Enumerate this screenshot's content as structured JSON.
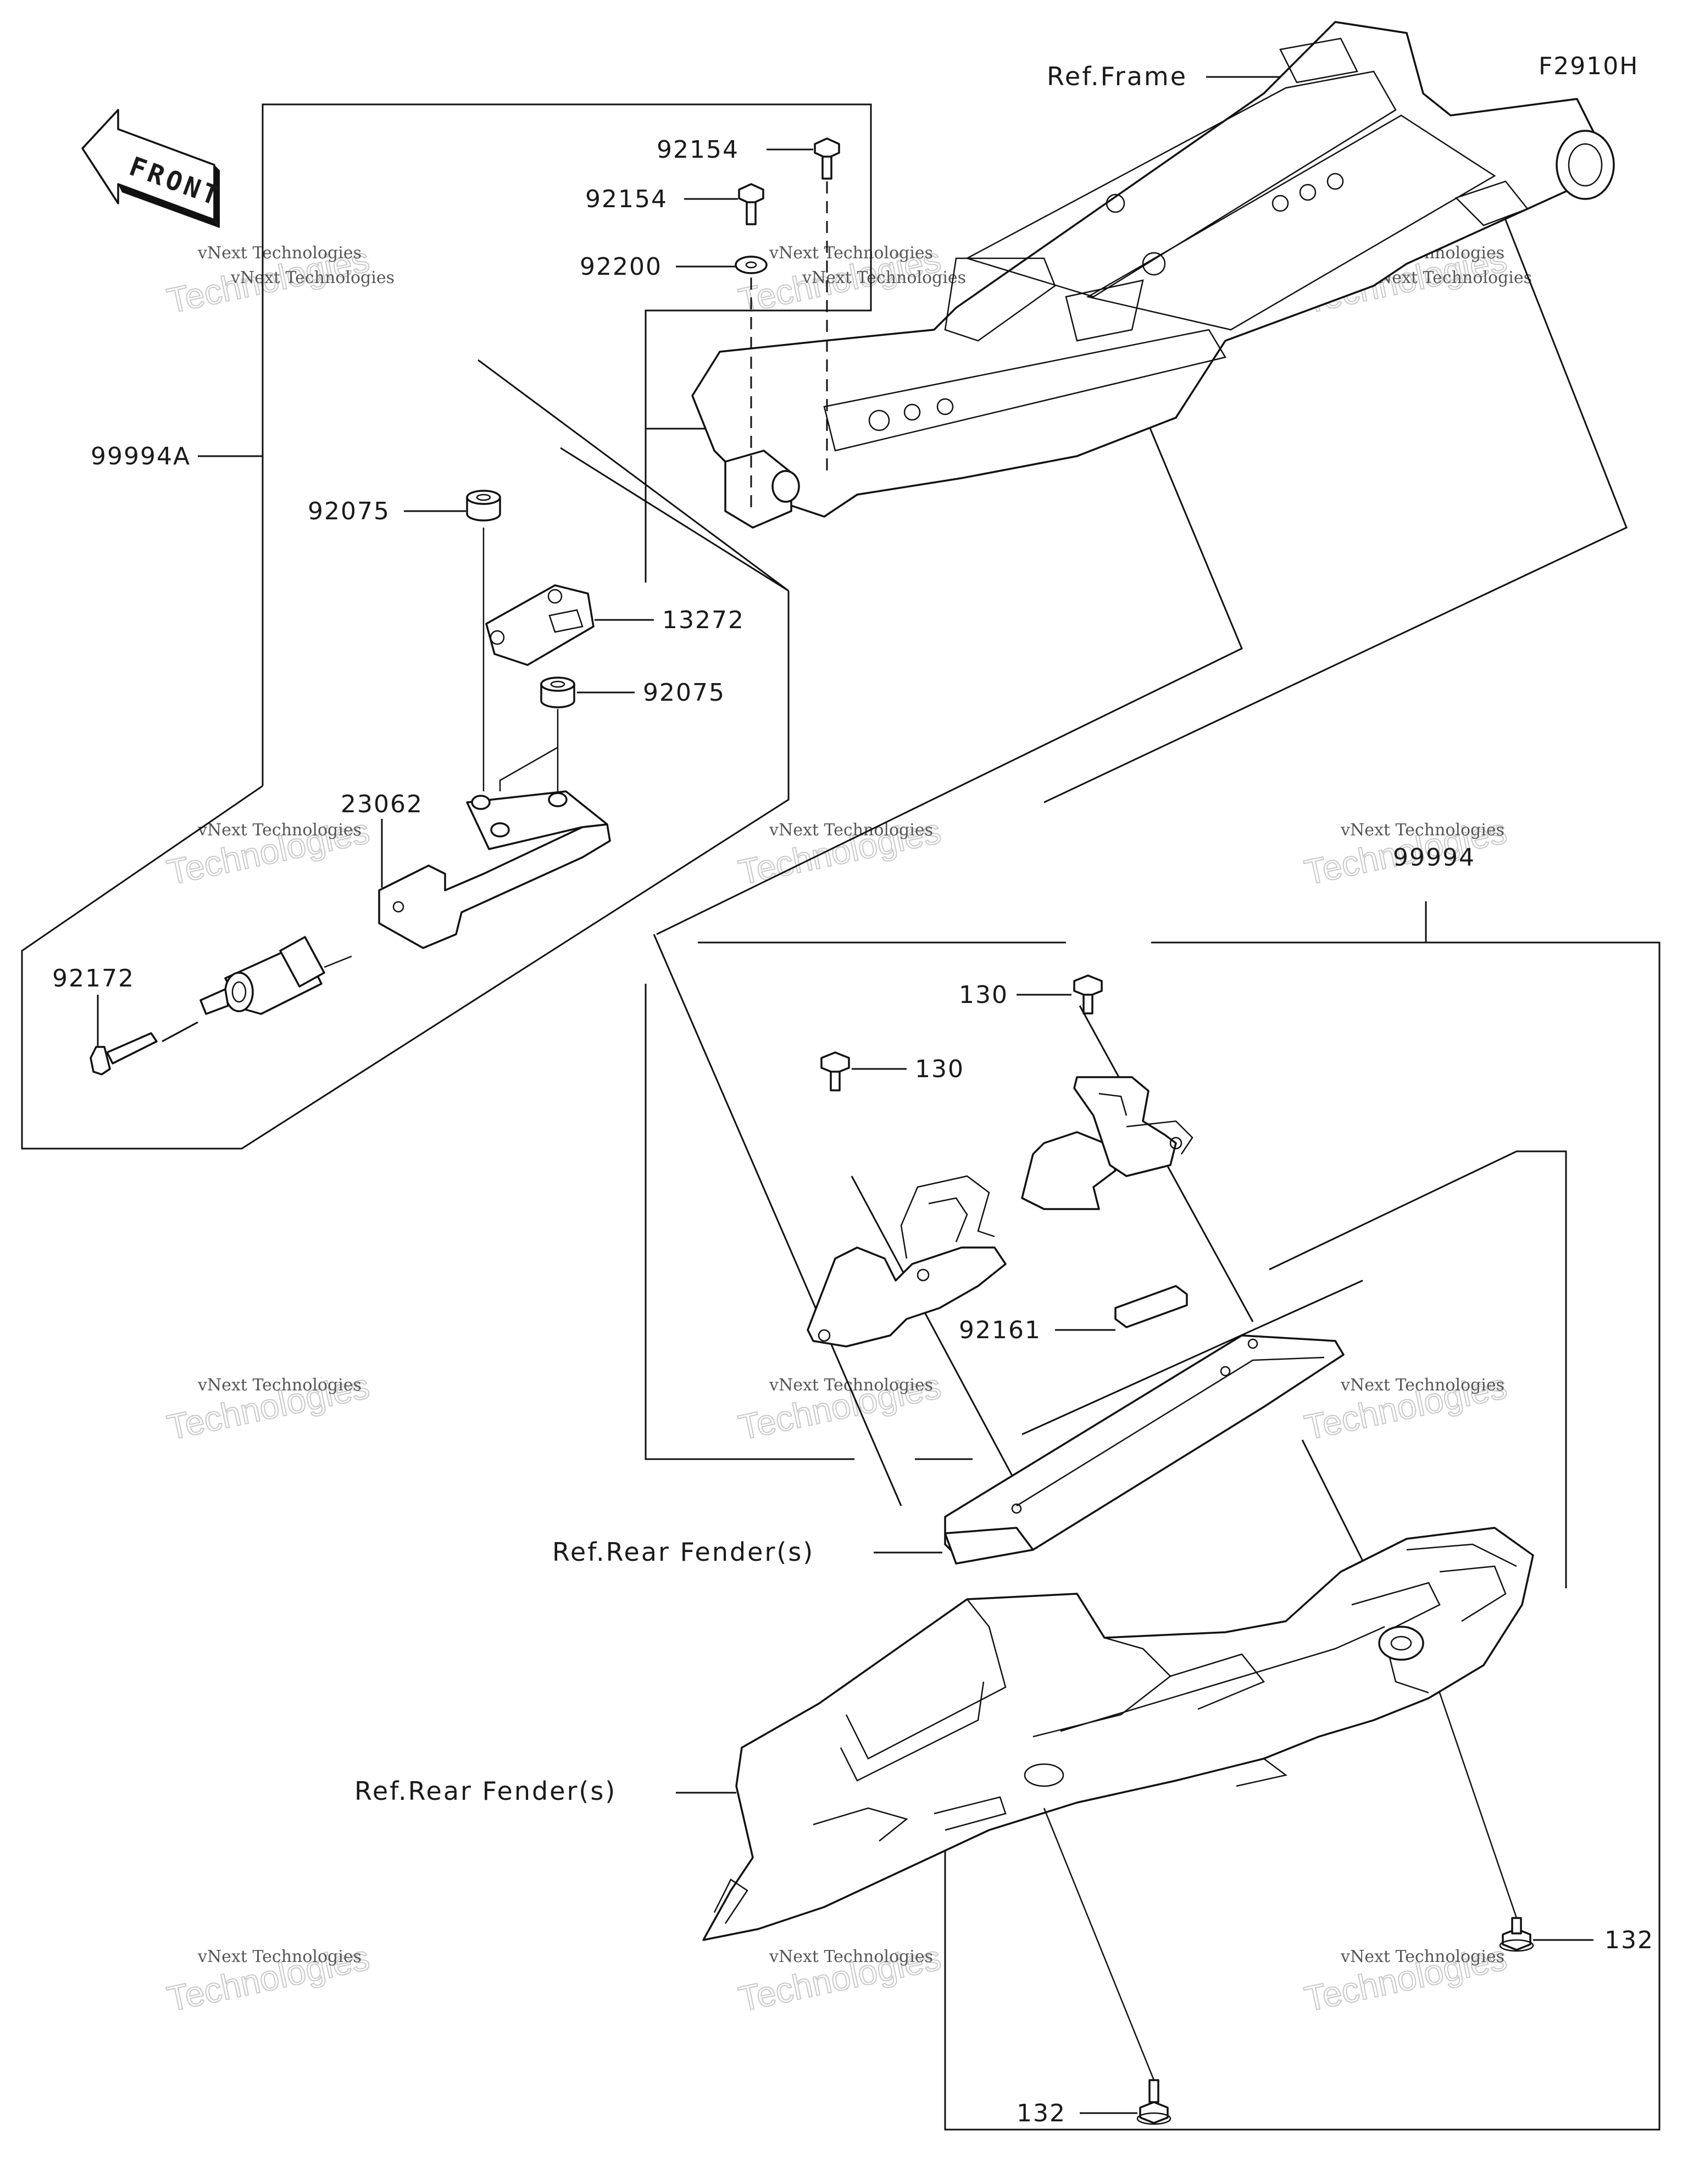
{
  "diagram_code": "F2910H",
  "front_label": "FRONT",
  "refs": {
    "frame": "Ref.Frame",
    "rear_fender_upper": "Ref.Rear Fender(s)",
    "rear_fender_lower": "Ref.Rear Fender(s)"
  },
  "parts": {
    "p92154_a": "92154",
    "p92154_b": "92154",
    "p92200": "92200",
    "p99994A": "99994A",
    "p92075_a": "92075",
    "p13272": "13272",
    "p92075_b": "92075",
    "p23062": "23062",
    "p92172": "92172",
    "p99994": "99994",
    "p130_a": "130",
    "p130_b": "130",
    "p92161": "92161",
    "p132_a": "132",
    "p132_b": "132"
  },
  "watermark": {
    "line1": "vNext Technologies",
    "line2": "Technologies"
  },
  "colors": {
    "ink": "#111111",
    "background": "#ffffff",
    "watermark": "#c8c8c8"
  }
}
